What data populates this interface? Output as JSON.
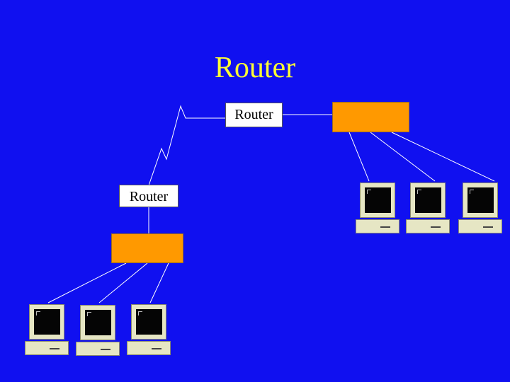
{
  "title": "Router",
  "routers": [
    {
      "label": "Router"
    },
    {
      "label": "Router"
    }
  ],
  "colors": {
    "background": "#1010f0",
    "title": "#ffff33",
    "router": "#ffffff",
    "switch": "#ff9900",
    "links": "#ffffff"
  },
  "icons": [
    "computer-icon"
  ]
}
